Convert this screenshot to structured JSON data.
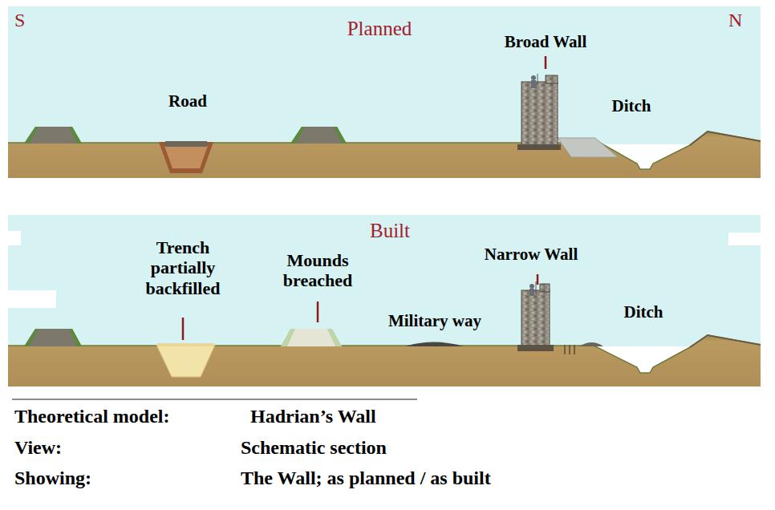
{
  "diagram": {
    "labels": [
      "S",
      "N",
      "Planned",
      "Broad Wall",
      "Road",
      "Ditch",
      "Built",
      "Trench partially backfilled",
      "Mounds breached",
      "Military way",
      "Narrow Wall",
      "Ditch",
      "Theoretical model:",
      "Hadrian’s Wall",
      "View:",
      "Schematic section",
      "Showing:",
      "The Wall; as planned / as built"
    ]
  }
}
